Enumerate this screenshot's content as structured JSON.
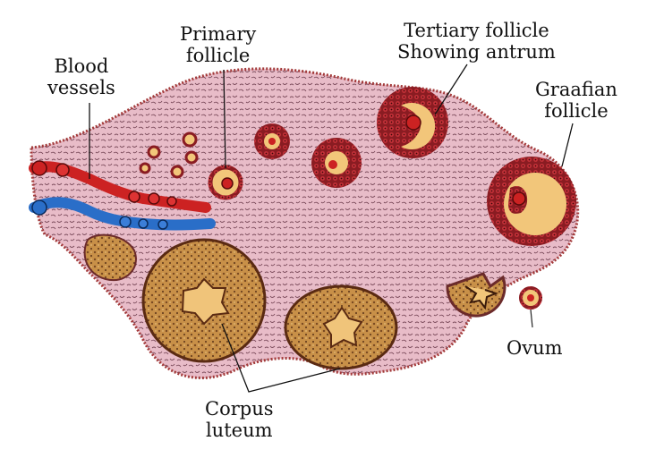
{
  "labels": {
    "blood_vessels": [
      "Blood",
      "vessels"
    ],
    "primary_follicle": [
      "Primary",
      "follicle"
    ],
    "tertiary_follicle": [
      "Tertiary follicle",
      "Showing antrum"
    ],
    "graafian_follicle": [
      "Graafian",
      "follicle"
    ],
    "ovum": "Ovum",
    "corpus_luteum": [
      "Corpus",
      "luteum"
    ]
  },
  "colors": {
    "stroma": "#e8bcc8",
    "stroma_texture": "#7a4a5a",
    "outline": "#6b2a2a",
    "granulosa_dots": "#b8222a",
    "antrum": "#f2c67a",
    "corpus_luteum": "#c89048",
    "artery": "#cc2222",
    "vein": "#2a6ec8"
  }
}
